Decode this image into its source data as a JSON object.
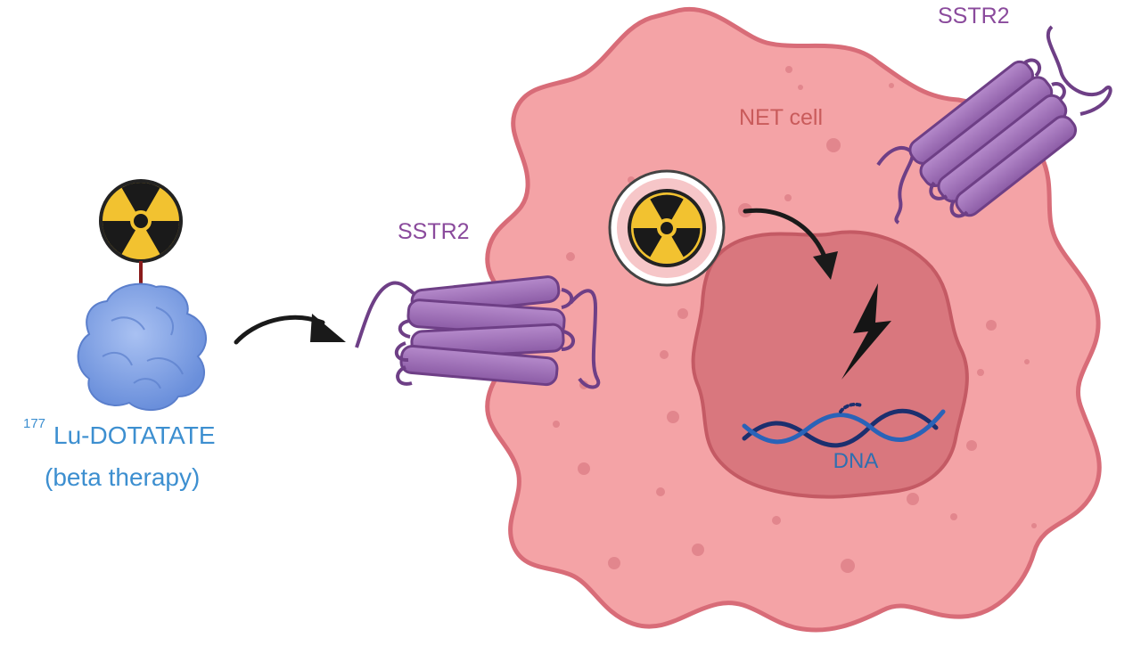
{
  "labels": {
    "sstr2_top": "SSTR2",
    "sstr2_left": "SSTR2",
    "net_cell": "NET cell",
    "dna": "DNA",
    "drug_superscript": "177",
    "drug_name": "Lu-DOTATATE",
    "drug_subtitle": "(beta therapy)"
  },
  "colors": {
    "cell_fill": "#f4a3a6",
    "cell_outline": "#d86c78",
    "nucleus_fill": "#d9777e",
    "nucleus_outline": "#c45a64",
    "receptor": "#9a6bb2",
    "receptor_dark": "#6e3f86",
    "radiation_yellow": "#f2c230",
    "molecule_blue": "#7b9ee3",
    "dna_blue": "#2a63b8",
    "dna_dark": "#1c2f6e",
    "label_blue": "#3d8fd0",
    "label_purple": "#8a4a9c",
    "label_red": "#c95b5b"
  },
  "icons": [
    "radiation-icon",
    "lightning-bolt-icon",
    "arrow-icon",
    "receptor-icon",
    "dna-helix-icon",
    "molecule-icon"
  ]
}
